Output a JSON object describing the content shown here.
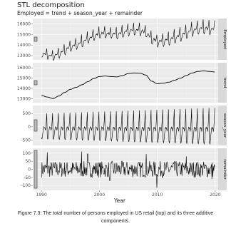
{
  "header": {
    "title": "STL decomposition",
    "subtitle": "Employed = trend + season_year + remainder"
  },
  "caption": "Figure 7.3: The total number of persons employed in US retail (top) and its three additive components.",
  "colors": {
    "panel_bg": "#ebebeb",
    "grid_major": "#ffffff",
    "grid_minor": "#f4f4f4",
    "strip_bg": "#d9d9d9",
    "line": "#000000",
    "scale_bar_fill": "#bdbdbd",
    "scale_bar_stroke": "#333333",
    "axis_text": "#4d4d4d"
  },
  "chart_data": {
    "type": "line",
    "xlabel": "Year",
    "xlim": [
      1988.5,
      2020.5
    ],
    "xticks": [
      1990,
      2000,
      2010,
      2020
    ],
    "panels": [
      {
        "name": "Employed",
        "ylim": [
          12600,
          16500
        ],
        "yticks": [
          13000,
          14000,
          15000,
          16000
        ],
        "description": "monthly original series = trend + seasonal + remainder"
      },
      {
        "name": "trend",
        "ylim": [
          12600,
          16500
        ],
        "yticks": [
          13000,
          14000,
          15000,
          16000
        ],
        "trend_knots": {
          "year": [
            1990,
            1991,
            1992,
            1993,
            1994,
            1995,
            1996,
            1997,
            1998,
            1999,
            2000,
            2001,
            2002,
            2003,
            2004,
            2005,
            2006,
            2007,
            2008,
            2009,
            2010,
            2011,
            2012,
            2013,
            2014,
            2015,
            2016,
            2017,
            2018,
            2019,
            2019.9
          ],
          "value": [
            13300,
            13150,
            13000,
            13250,
            13600,
            13900,
            14100,
            14350,
            14650,
            14950,
            15150,
            15200,
            15150,
            15120,
            15250,
            15450,
            15500,
            15480,
            15300,
            14700,
            14450,
            14500,
            14600,
            14800,
            15000,
            15250,
            15500,
            15650,
            15700,
            15650,
            15600
          ]
        }
      },
      {
        "name": "season_year",
        "ylim": [
          -700,
          800
        ],
        "yticks": [
          -500,
          0,
          500
        ],
        "seasonal_pattern_by_month": [
          -500,
          -580,
          -450,
          -250,
          -100,
          0,
          -60,
          -40,
          -160,
          -40,
          250,
          620
        ],
        "amplitude_growth": [
          0.8,
          1.15
        ]
      },
      {
        "name": "remainder",
        "ylim": [
          -130,
          130
        ],
        "yticks": [
          -100,
          -50,
          0,
          50,
          100
        ],
        "typical_range": [
          -60,
          60
        ],
        "spikes": [
          {
            "year": 1991.0,
            "value": 105
          },
          {
            "year": 1996.9,
            "value": 110
          },
          {
            "year": 1997.95,
            "value": 95
          },
          {
            "year": 2001.8,
            "value": -70
          },
          {
            "year": 2008.1,
            "value": 95
          },
          {
            "year": 2009.9,
            "value": -115
          },
          {
            "year": 2015.0,
            "value": 80
          },
          {
            "year": 2019.4,
            "value": -60
          }
        ]
      }
    ]
  }
}
